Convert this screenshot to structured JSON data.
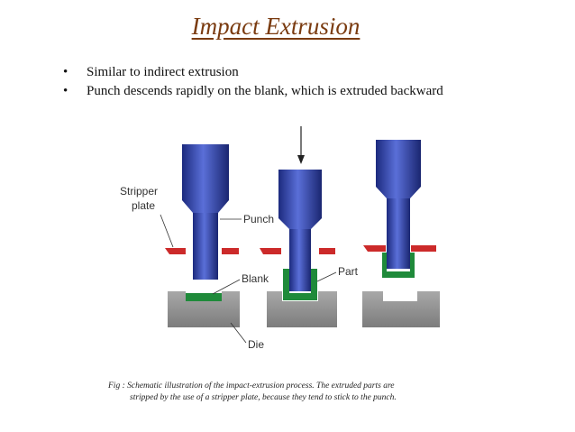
{
  "slide": {
    "title": "Impact Extrusion",
    "bullets": [
      "Similar to indirect extrusion",
      "Punch descends rapidly on the blank, which is extruded backward"
    ]
  },
  "figure": {
    "labels": {
      "stripper_plate": [
        "Stripper",
        "plate"
      ],
      "punch": "Punch",
      "blank": "Blank",
      "part": "Part",
      "die": "Die"
    },
    "colors": {
      "punch": "#2e3fa6",
      "stripper_plate": "#cc2a2a",
      "blank": "#1f8a3a",
      "die": "#8e8e8e"
    },
    "caption_line1": "Fig : Schematic illustration of the impact-extrusion process. The extruded parts are",
    "caption_line2": "stripped by the use of a stripper plate, because they tend to stick to the punch."
  }
}
